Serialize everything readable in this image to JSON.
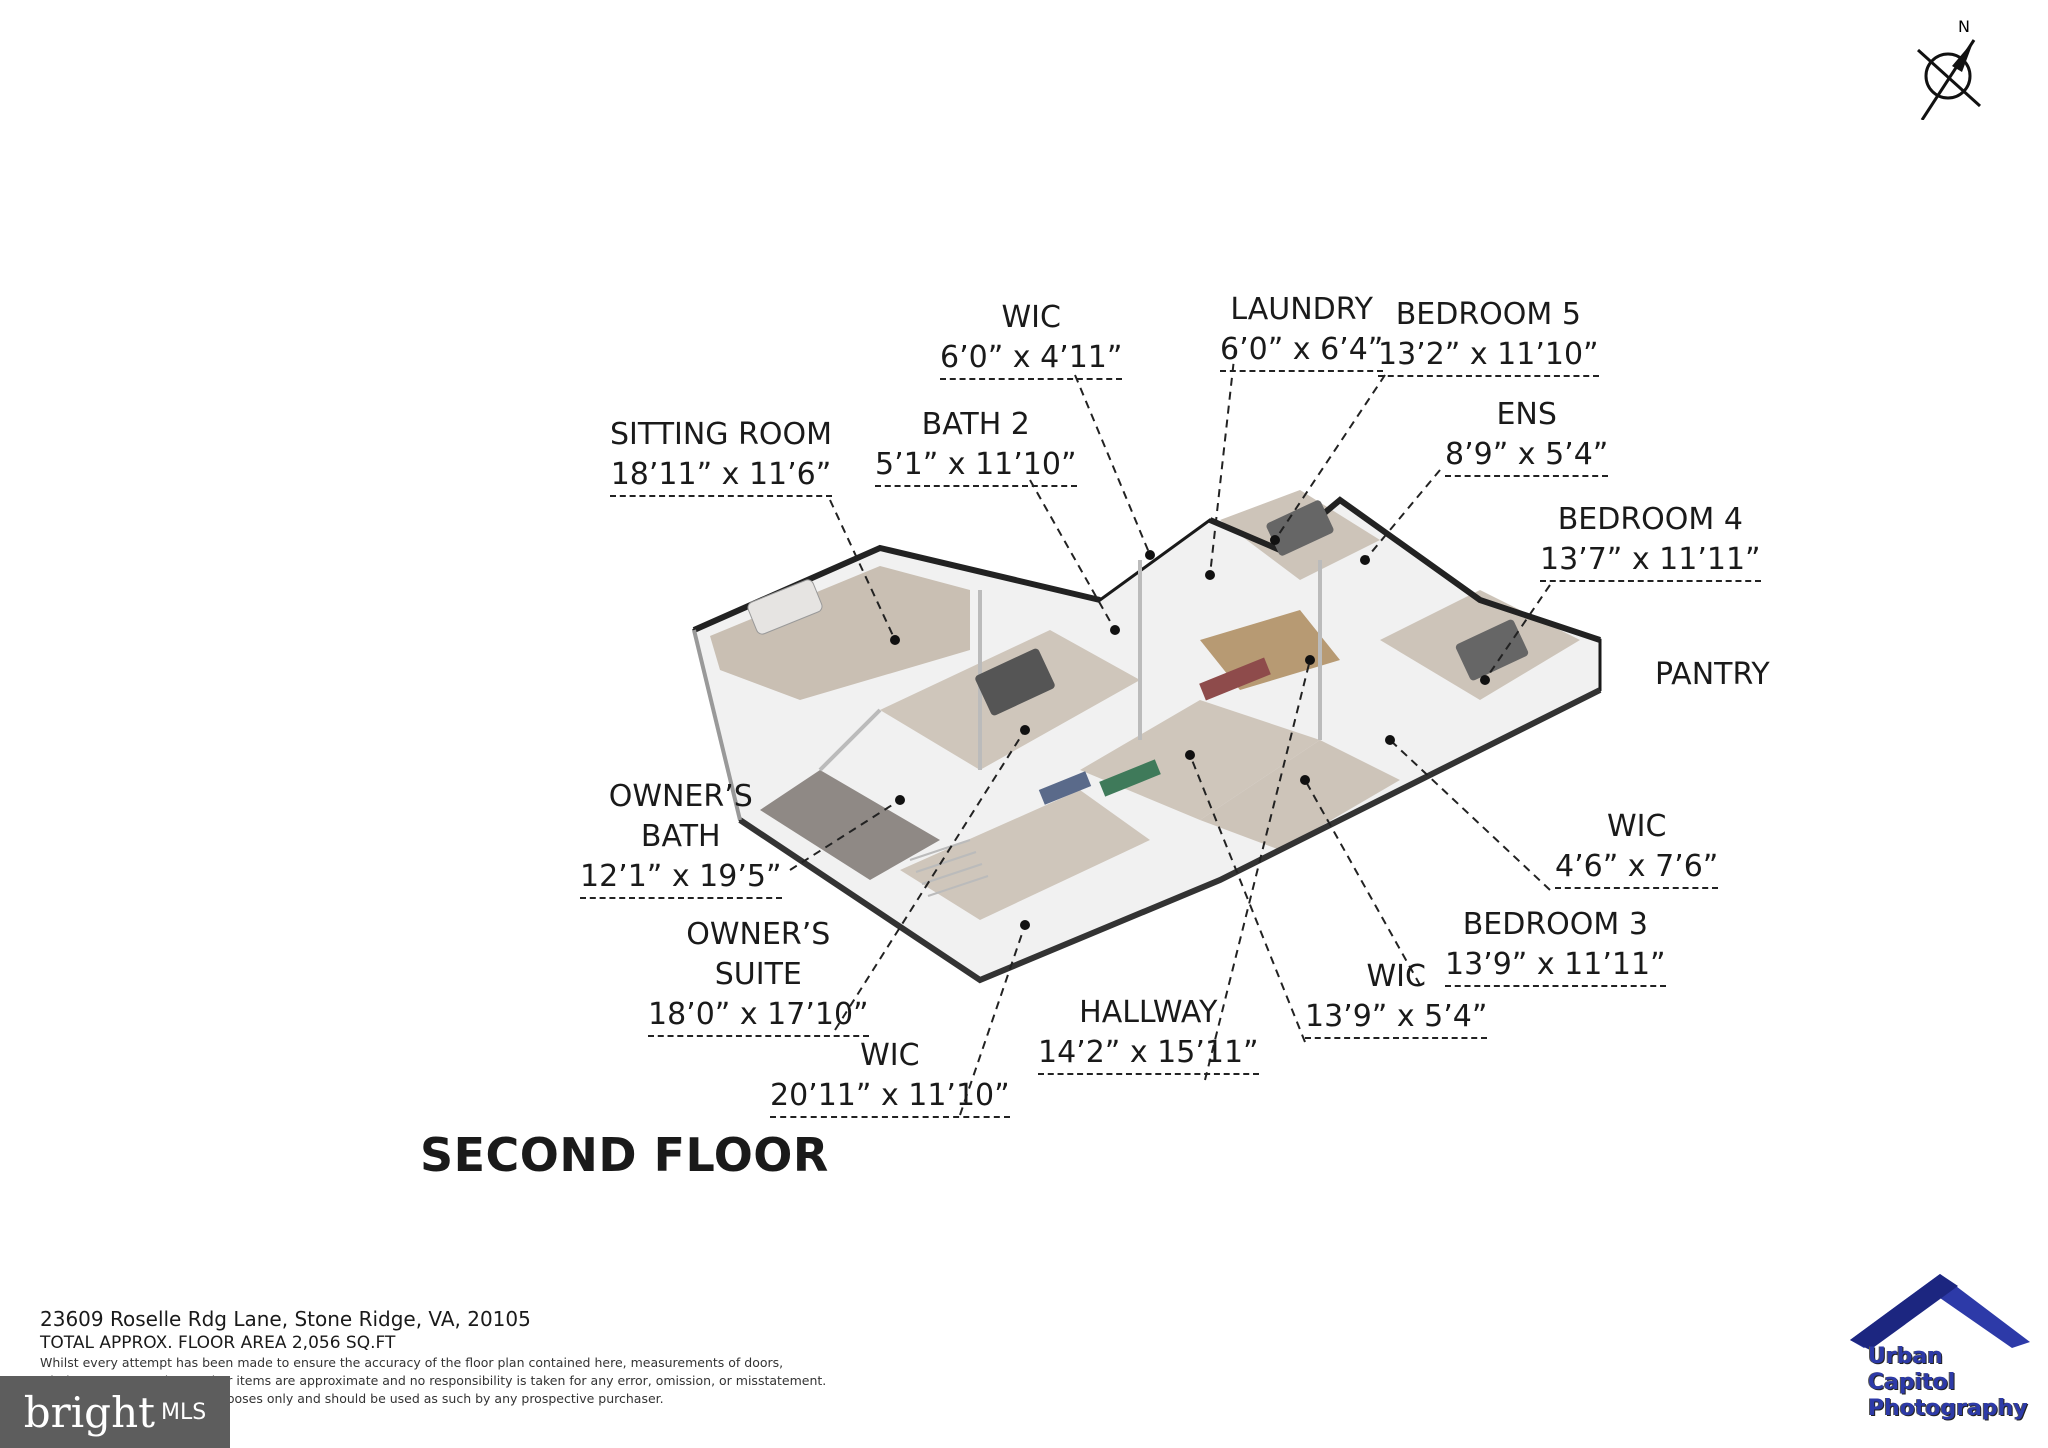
{
  "compass": {
    "north_label": "N",
    "icon": "compass-north-icon"
  },
  "title": "SECOND FLOOR",
  "rooms": [
    {
      "name": "SITTING ROOM",
      "dim": "18’11” x 11’6”"
    },
    {
      "name": "BATH 2",
      "dim": "5’1” x 11’10”"
    },
    {
      "name": "WIC",
      "dim": "6’0” x 4’11”"
    },
    {
      "name": "LAUNDRY",
      "dim": "6’0” x 6’4”"
    },
    {
      "name": "BEDROOM 5",
      "dim": "13’2” x 11’10”"
    },
    {
      "name": "ENS",
      "dim": "8’9” x 5’4”"
    },
    {
      "name": "BEDROOM 4",
      "dim": "13’7” x 11’11”"
    },
    {
      "name": "PANTRY",
      "dim": ""
    },
    {
      "name": "WIC",
      "dim": "4’6” x 7’6”"
    },
    {
      "name": "BEDROOM 3",
      "dim": "13’9” x 11’11”"
    },
    {
      "name": "WIC",
      "dim": "13’9” x 5’4”"
    },
    {
      "name": "HALLWAY",
      "dim": "14’2” x 15’11”"
    },
    {
      "name": "WIC",
      "dim": "20’11” x 11’10”"
    },
    {
      "name": "OWNER’S",
      "name2": "SUITE",
      "dim": "18’0” x 17’10”"
    },
    {
      "name": "OWNER’S",
      "name2": "BATH",
      "dim": "12’1” x 19’5”"
    }
  ],
  "footer": {
    "address": "23609 Roselle Rdg Lane, Stone Ridge, VA, 20105",
    "area": "TOTAL APPROX. FLOOR AREA 2,056 SQ.FT",
    "disclaimer_1": "Whilst every attempt has been made to ensure the accuracy of the floor plan contained here, measurements of doors,",
    "disclaimer_2": "windows, rooms and any other items are approximate and no responsibility is taken for any error, omission, or misstatement.",
    "disclaimer_3": "This plan is for illustrative purposes only and should be used as such by any prospective purchaser."
  },
  "watermark": {
    "brand": "bright",
    "suffix": "MLS"
  },
  "logo": {
    "line1": "Urban",
    "line2": "Capitol",
    "line3": "Photography",
    "color": "#2d3aa8"
  }
}
